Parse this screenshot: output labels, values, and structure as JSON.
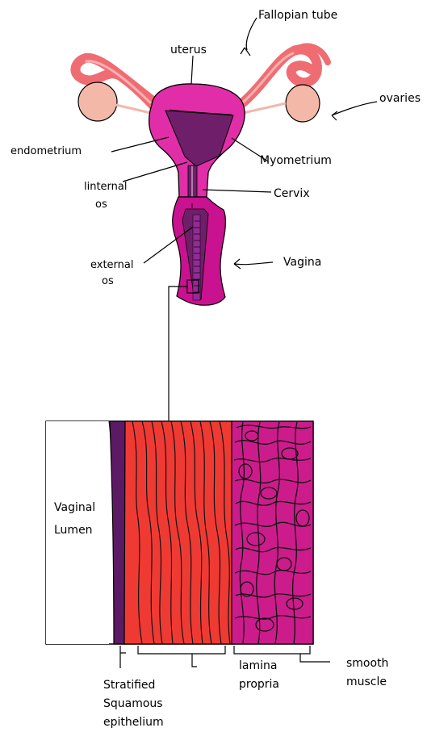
{
  "labels": {
    "fallopian_tube": "Fallopian tube",
    "uterus": "uterus",
    "ovaries": "ovaries",
    "endometrium": "endometrium",
    "myometrium": "Myometrium",
    "internal_os_line1": "linternal",
    "internal_os_line2": "os",
    "cervix": "Cervix",
    "external_os_line1": "external",
    "external_os_line2": "os",
    "vagina": "Vagina",
    "vaginal_lumen_line1": "Vaginal",
    "vaginal_lumen_line2": "Lumen",
    "stratified_line1": "Stratified",
    "stratified_line2": "Squamous",
    "stratified_line3": "epithelium",
    "lamina_line1": "lamina",
    "lamina_line2": "propria",
    "smooth_line1": "smooth",
    "smooth_line2": "muscle"
  },
  "colors": {
    "uterus_pink": "#e12ea8",
    "endometrium_purple": "#6f1f6a",
    "ovary_peach": "#f3b8a8",
    "tube_salmon": "#ef6d72",
    "lamina_red": "#ef3a34",
    "smooth_muscle_magenta": "#cc1c8b",
    "epithelium_purple": "#5c1a64"
  }
}
